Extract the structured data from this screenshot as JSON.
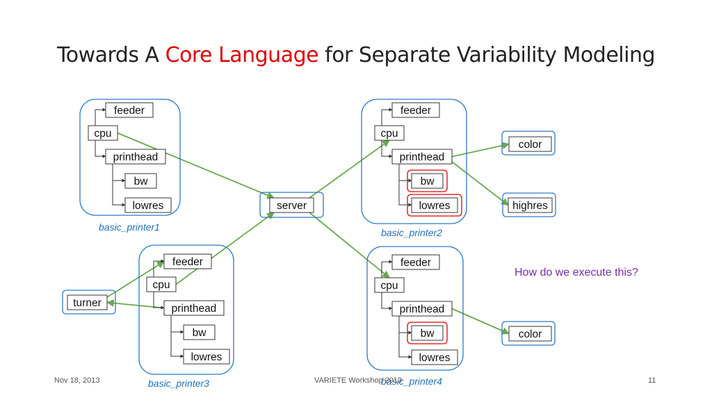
{
  "title": {
    "pre": "Towards A ",
    "accent": "Core Language",
    "post": " for Separate Variability Modeling"
  },
  "colors": {
    "accent": "#e00000",
    "group_border": "#2b7bc6",
    "edge": "#6aa84f",
    "highlight": "#e00000",
    "note": "#7030a0",
    "label": "#1f6fb5"
  },
  "groups": [
    {
      "id": "g1",
      "label": "basic_printer1",
      "features": [
        "feeder",
        "cpu",
        "printhead",
        "bw",
        "lowres"
      ],
      "highlighted": []
    },
    {
      "id": "g2",
      "label": "basic_printer2",
      "features": [
        "feeder",
        "cpu",
        "printhead",
        "bw",
        "lowres"
      ],
      "highlighted": [
        "bw",
        "lowres"
      ]
    },
    {
      "id": "g3",
      "label": "basic_printer3",
      "features": [
        "feeder",
        "cpu",
        "printhead",
        "bw",
        "lowres"
      ],
      "highlighted": []
    },
    {
      "id": "g4",
      "label": "basic_printer4",
      "features": [
        "feeder",
        "cpu",
        "printhead",
        "bw",
        "lowres"
      ],
      "highlighted": [
        "bw"
      ]
    }
  ],
  "standalone": [
    {
      "id": "server",
      "label": "server"
    },
    {
      "id": "color_top",
      "label": "color"
    },
    {
      "id": "highres",
      "label": "highres"
    },
    {
      "id": "turner",
      "label": "turner"
    },
    {
      "id": "color_bottom",
      "label": "color"
    }
  ],
  "edges": [
    {
      "from": "g1.cpu",
      "to": "server"
    },
    {
      "from": "g3.cpu",
      "to": "server"
    },
    {
      "from": "server",
      "to": "g2.cpu"
    },
    {
      "from": "server",
      "to": "g4.cpu"
    },
    {
      "from": "g2.printhead",
      "to": "color_top"
    },
    {
      "from": "g2.printhead",
      "to": "highres"
    },
    {
      "from": "turner",
      "to": "g3.feeder"
    },
    {
      "from": "g3.printhead",
      "to": "turner"
    },
    {
      "from": "g4.printhead",
      "to": "color_bottom"
    }
  ],
  "note": "How do we execute this?",
  "footer": {
    "date": "Nov 18, 2013",
    "center": "VARIETE Workshop 2013",
    "page": "11"
  }
}
